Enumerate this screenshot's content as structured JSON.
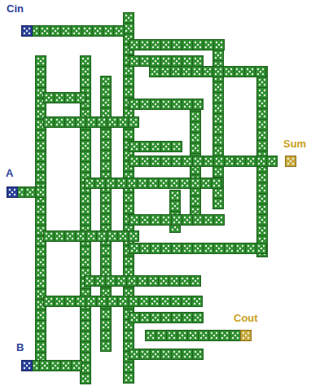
{
  "diagram": {
    "labels": [
      "Cin",
      "A",
      "B",
      "Sum",
      "Cout"
    ]
  }
}
